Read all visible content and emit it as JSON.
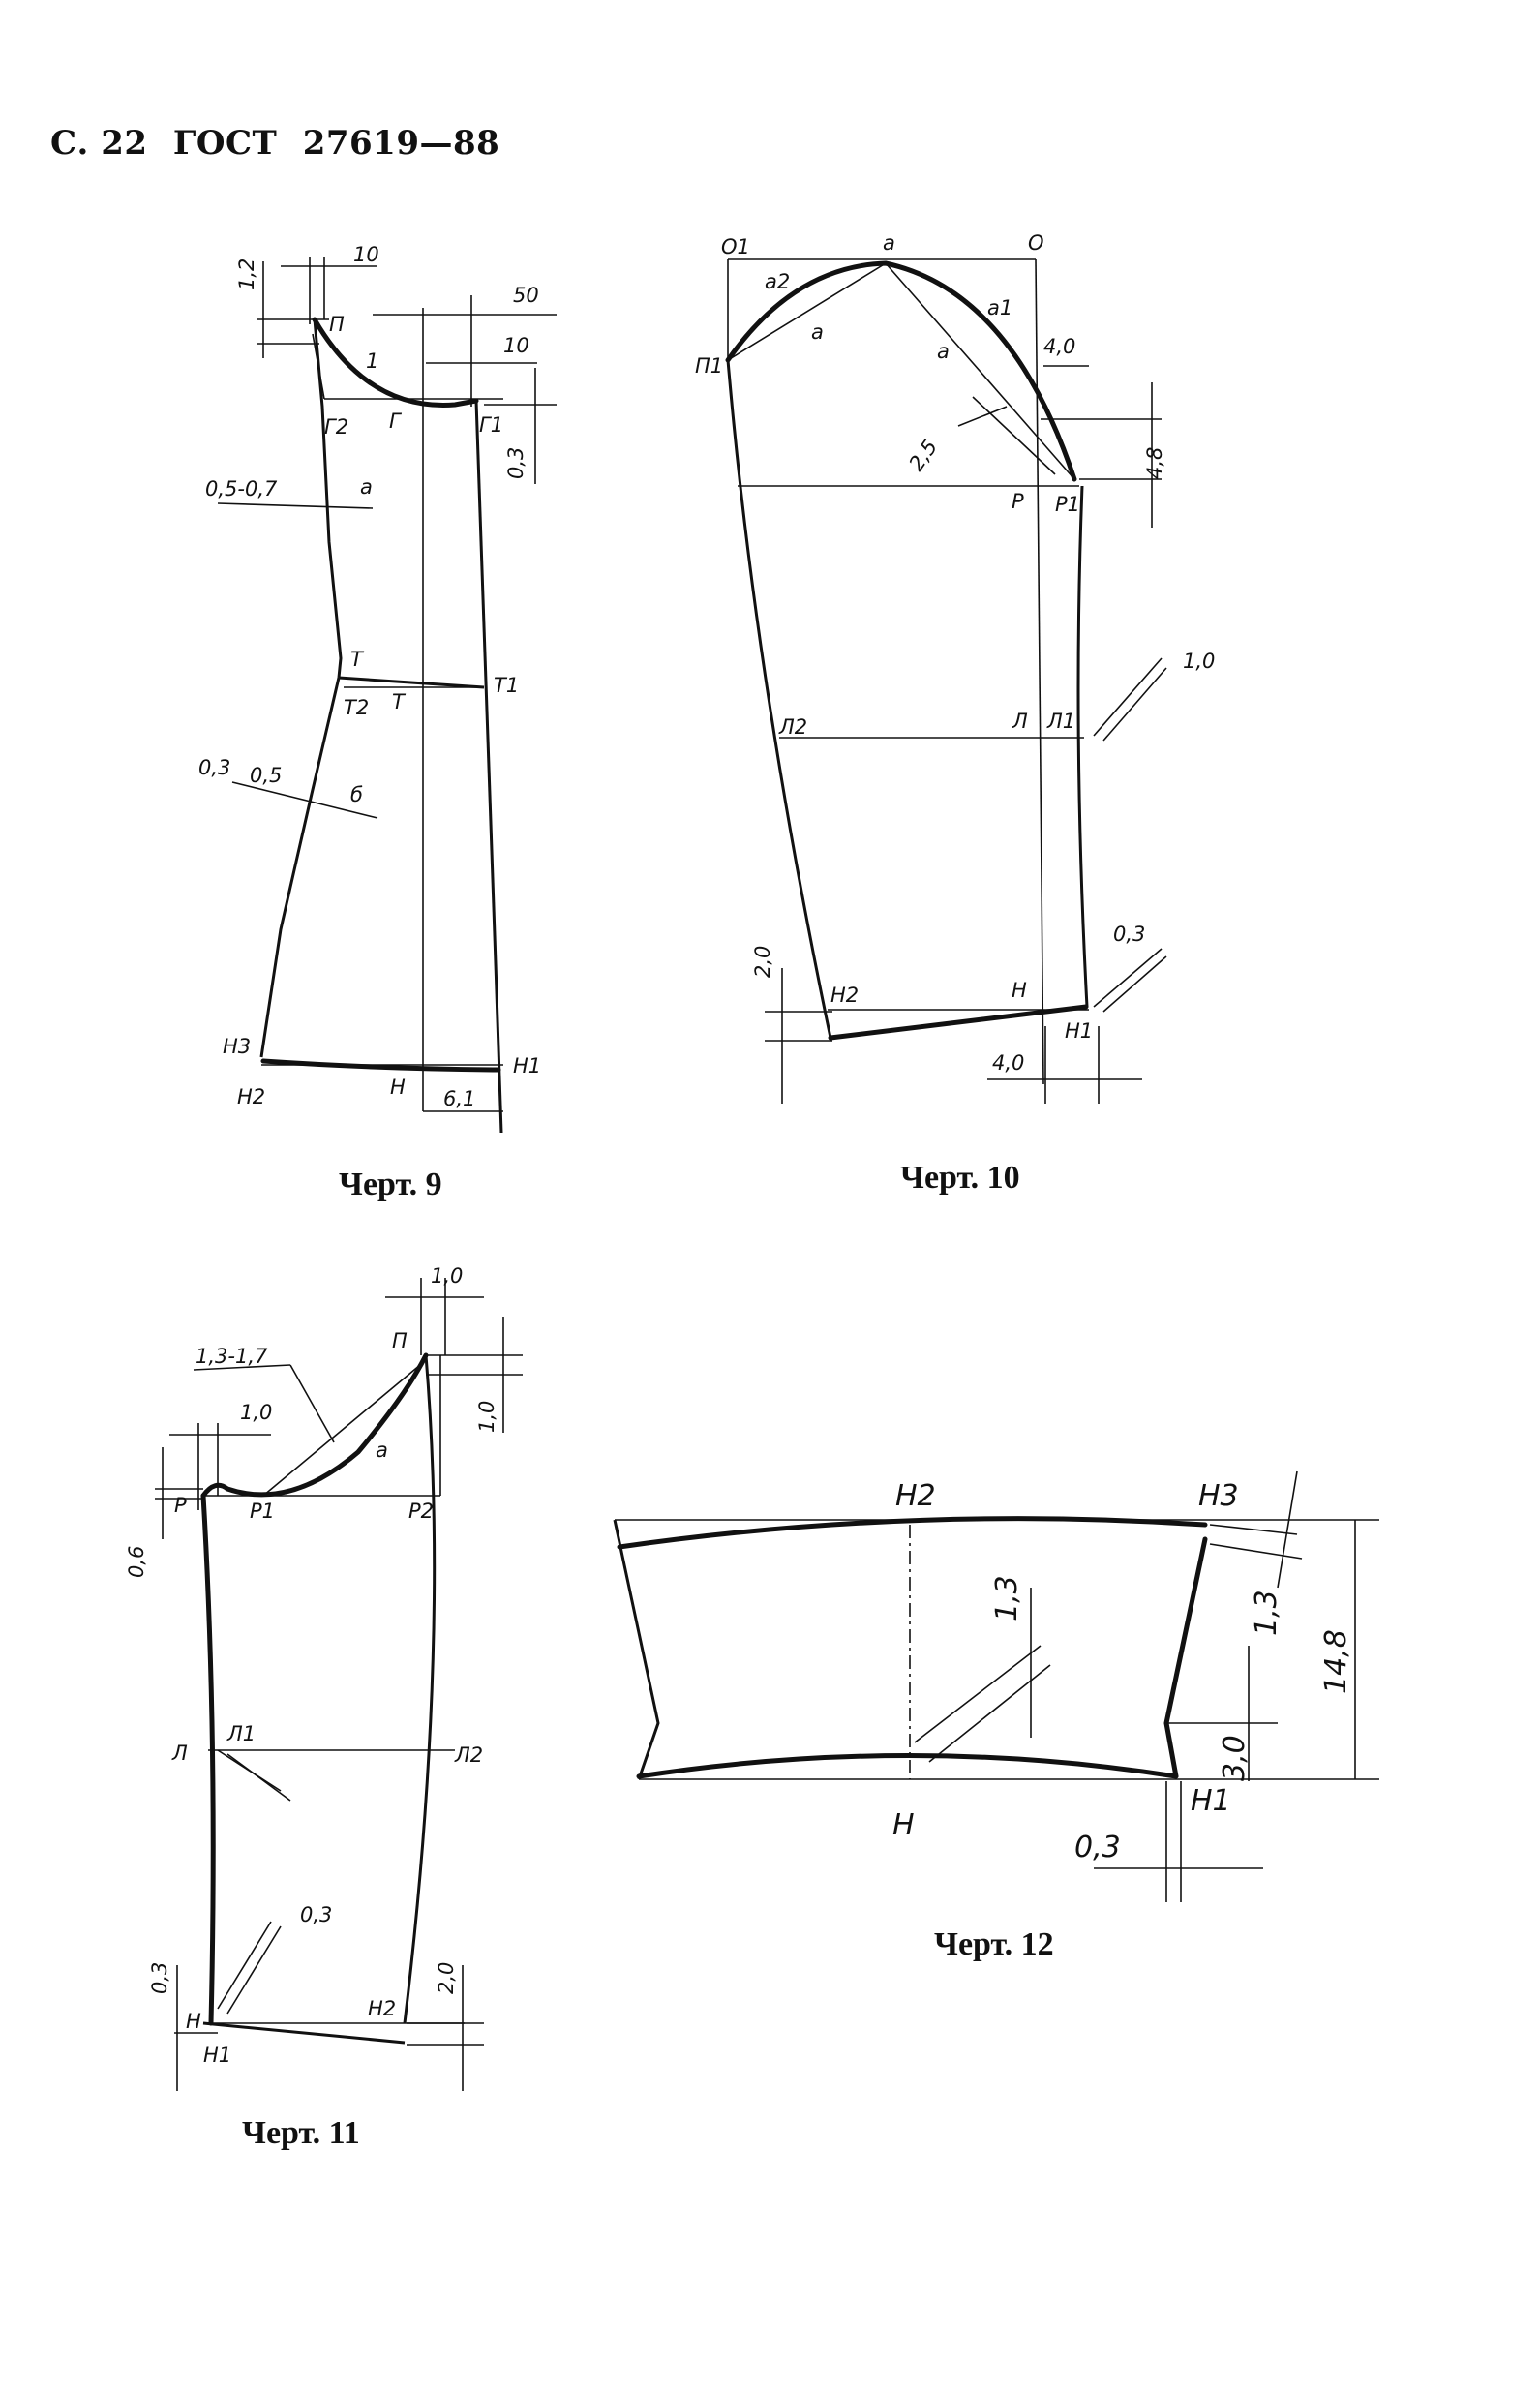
{
  "header": {
    "page": "С. 22",
    "standard": "ГОСТ",
    "number": "27619—88"
  },
  "figures": [
    {
      "id": "fig9",
      "caption": "Черт. 9",
      "points": {
        "P": "П",
        "G2": "Г2",
        "G": "Г",
        "G1": "Г1",
        "T": "Т",
        "T1": "Т1",
        "T2": "Т2",
        "Tc": "Т",
        "N": "Н",
        "N1": "Н1",
        "N2": "Н2",
        "N3": "Н3"
      },
      "dims": {
        "d1_2": "1,2",
        "d10a": "10",
        "d50": "50",
        "d10b": "10",
        "d1": "1",
        "d03": "0,3",
        "d0507": "0,5-0,7",
        "a": "а",
        "d03b": "0,3",
        "d05": "0,5",
        "b": "б",
        "d61": "6,1"
      }
    },
    {
      "id": "fig10",
      "caption": "Черт. 10",
      "points": {
        "O1": "О1",
        "a": "а",
        "O": "О",
        "a2": "а2",
        "a1": "а1",
        "P1": "П1",
        "R": "Р",
        "R1": "Р1",
        "L2": "Л2",
        "L": "Л",
        "L1": "Л1",
        "N2": "Н2",
        "N": "Н",
        "N1": "Н1"
      },
      "dims": {
        "aL": "а",
        "aR": "а",
        "d40a": "4,0",
        "d25": "2,5",
        "d48": "4,8",
        "d10": "1,0",
        "d03": "0,3",
        "d20": "2,0",
        "d40b": "4,0"
      }
    },
    {
      "id": "fig11",
      "caption": "Черт. 11",
      "points": {
        "P": "П",
        "R": "Р",
        "R1": "Р1",
        "R2": "Р2",
        "L": "Л",
        "L1": "Л1",
        "L2": "Л2",
        "N": "Н",
        "N1": "Н1",
        "N2": "Н2"
      },
      "dims": {
        "d10a": "1,0",
        "d1317": "1,3-1,7",
        "d10b": "1,0",
        "a": "а",
        "d10c": "1,0",
        "d06": "0,6",
        "d03a": "0,3",
        "d03b": "0,3",
        "d20": "2,0"
      }
    },
    {
      "id": "fig12",
      "caption": "Черт. 12",
      "points": {
        "N2": "Н2",
        "N3": "Н3",
        "N": "Н",
        "N1": "Н1"
      },
      "dims": {
        "d13a": "1,3",
        "d13b": "1,3",
        "d148": "14,8",
        "d30": "3,0",
        "d03": "0,3"
      }
    }
  ]
}
